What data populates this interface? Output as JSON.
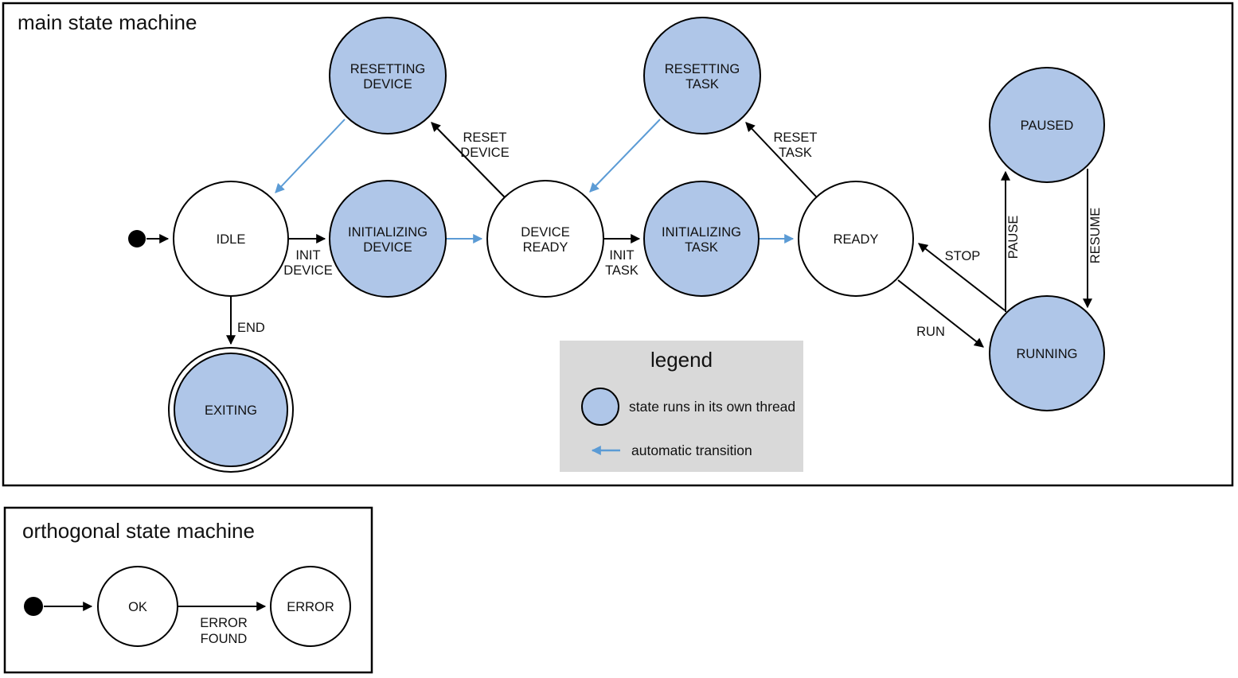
{
  "main": {
    "title": "main state machine",
    "states": {
      "idle": {
        "label": "IDLE"
      },
      "initializing_device": {
        "l1": "INITIALIZING",
        "l2": "DEVICE"
      },
      "device_ready": {
        "l1": "DEVICE",
        "l2": "READY"
      },
      "initializing_task": {
        "l1": "INITIALIZING",
        "l2": "TASK"
      },
      "ready": {
        "label": "READY"
      },
      "resetting_device": {
        "l1": "RESETTING",
        "l2": "DEVICE"
      },
      "resetting_task": {
        "l1": "RESETTING",
        "l2": "TASK"
      },
      "paused": {
        "label": "PAUSED"
      },
      "running": {
        "label": "RUNNING"
      },
      "exiting": {
        "label": "EXITING"
      }
    },
    "labels": {
      "init_device": {
        "l1": "INIT",
        "l2": "DEVICE"
      },
      "reset_device": {
        "l1": "RESET",
        "l2": "DEVICE"
      },
      "init_task": {
        "l1": "INIT",
        "l2": "TASK"
      },
      "reset_task": {
        "l1": "RESET",
        "l2": "TASK"
      },
      "stop": "STOP",
      "run": "RUN",
      "pause": "PAUSE",
      "resume": "RESUME",
      "end": "END"
    }
  },
  "legend": {
    "title": "legend",
    "thread_item": "state runs in its own thread",
    "auto_item": "automatic transition"
  },
  "orthogonal": {
    "title": "orthogonal state machine",
    "states": {
      "ok": "OK",
      "error": "ERROR"
    },
    "labels": {
      "error_found": {
        "l1": "ERROR",
        "l2": "FOUND"
      }
    }
  },
  "colors": {
    "thread_state_fill": "#afc6e8",
    "auto_transition_blue": "#5b9bd5",
    "legend_background": "#d9d9d9",
    "line_black": "#000000"
  }
}
